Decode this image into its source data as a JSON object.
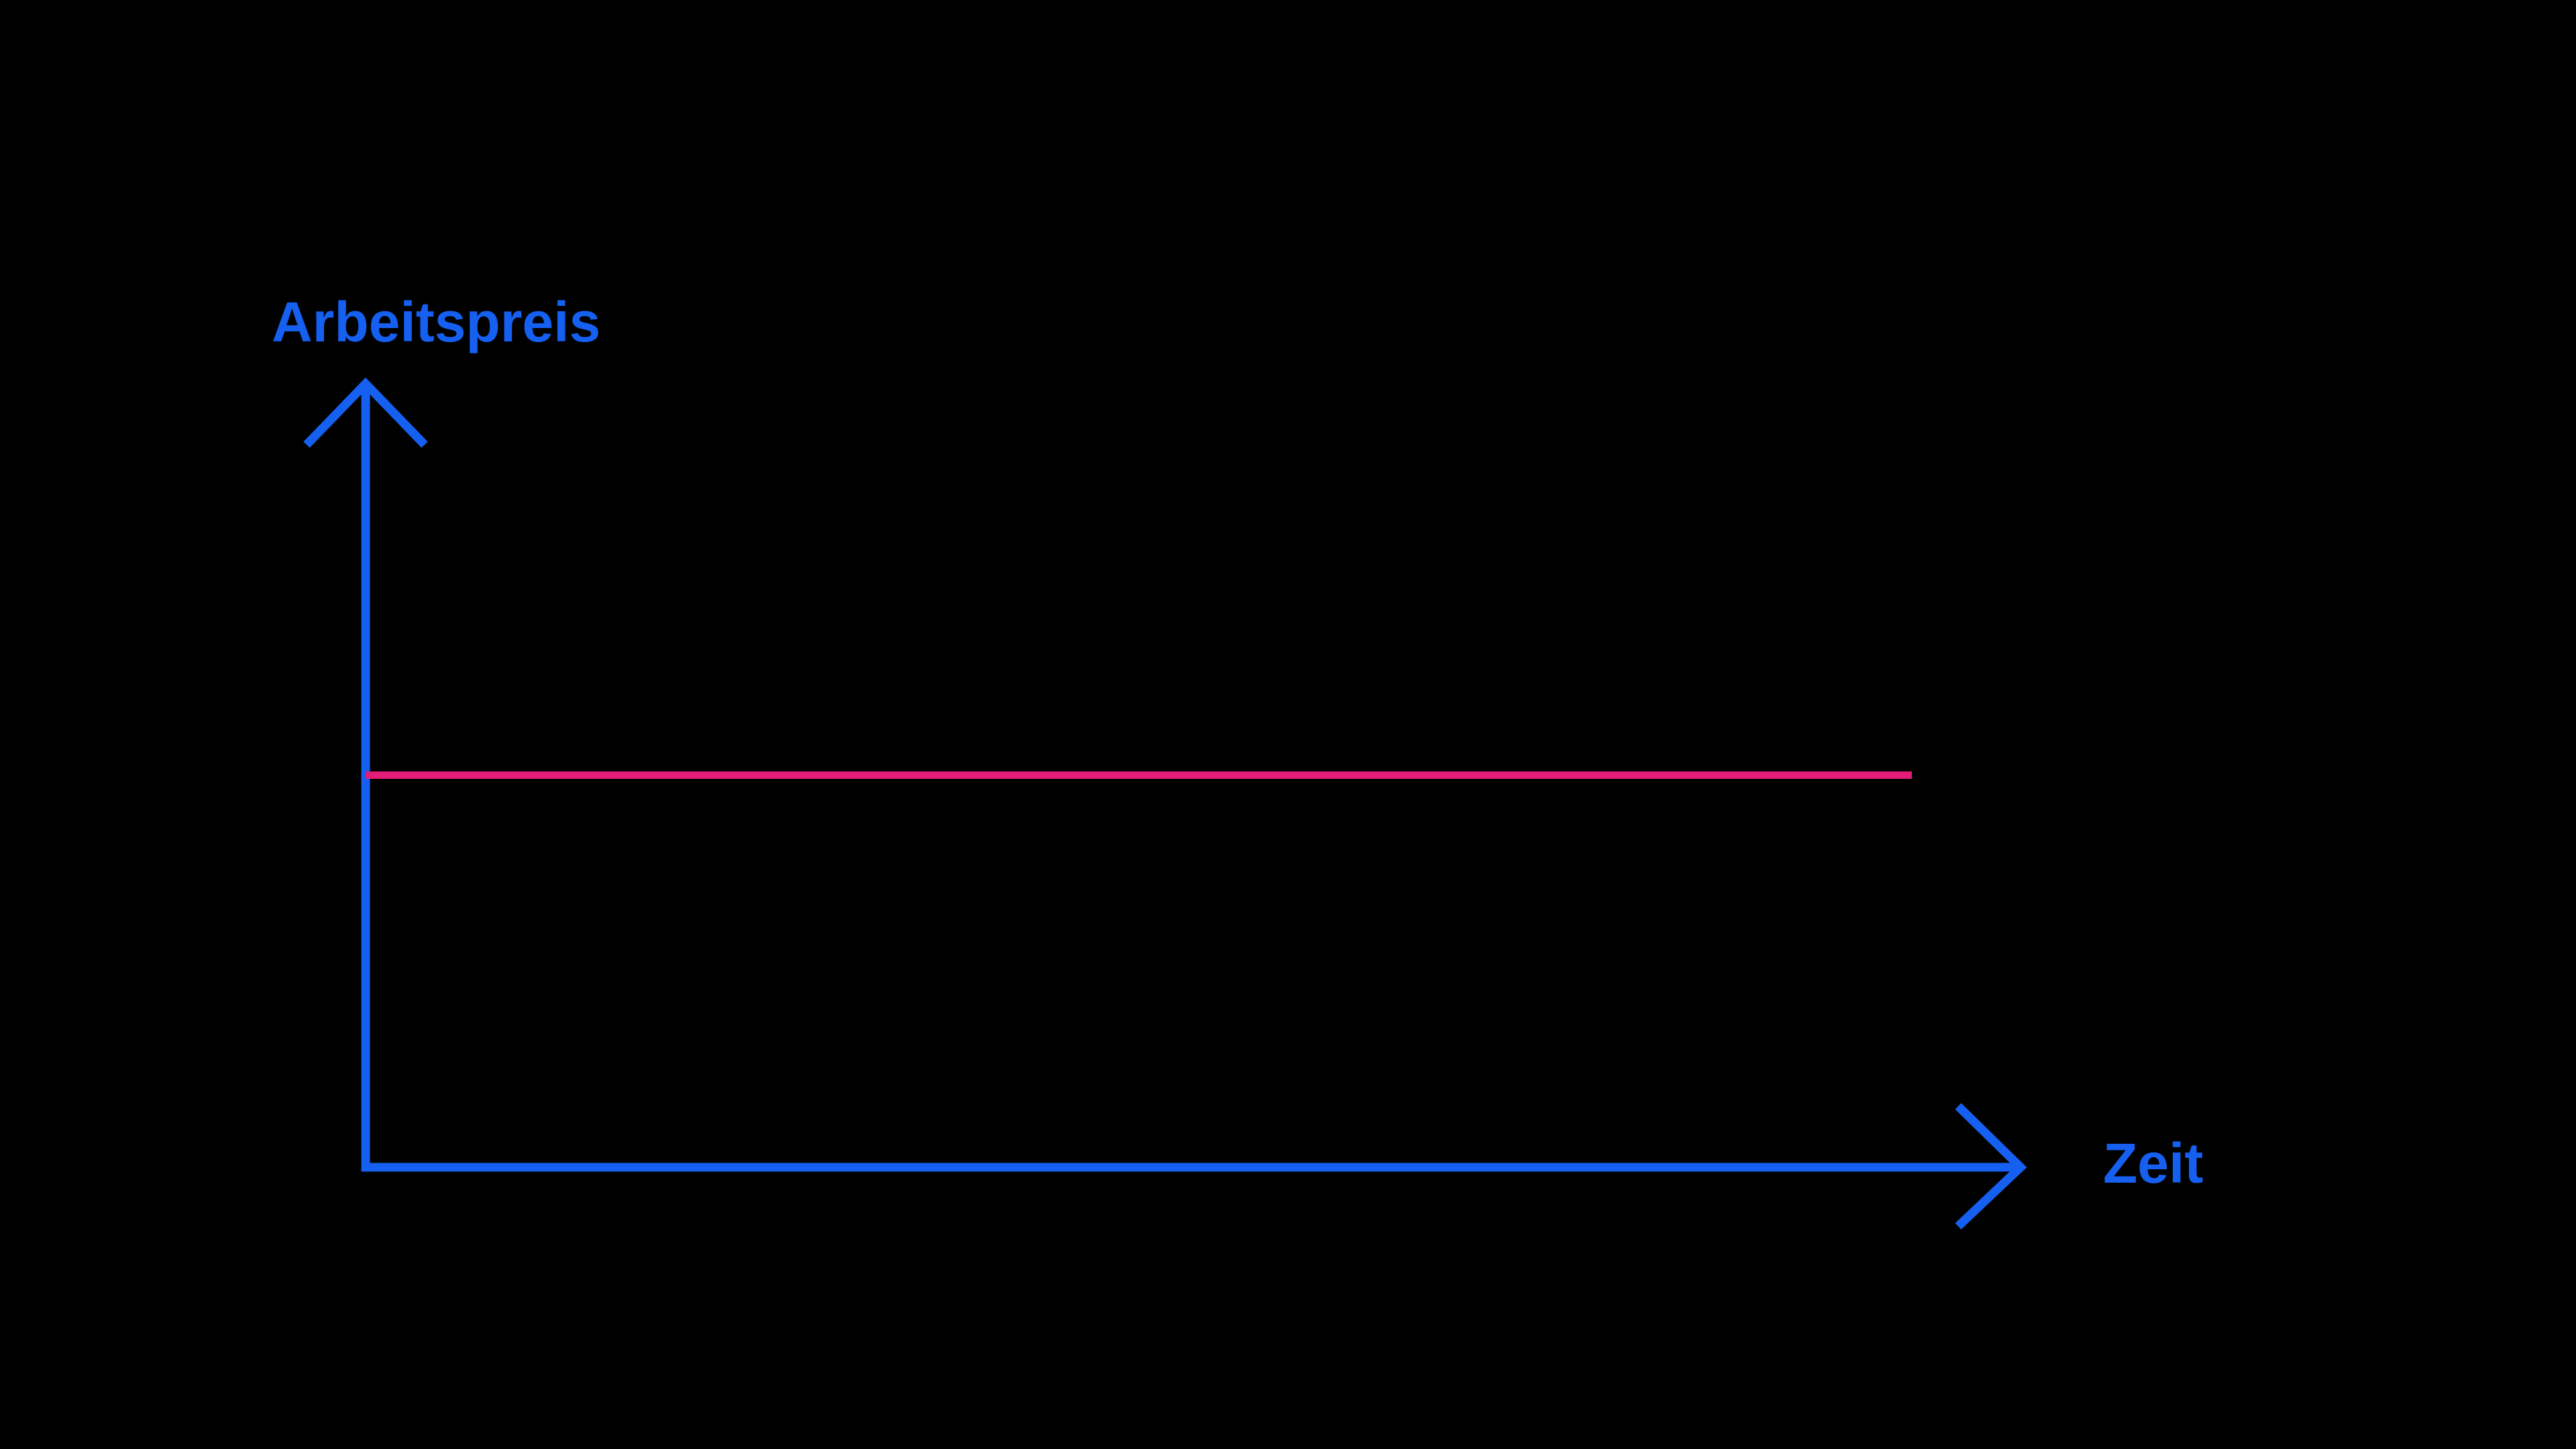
{
  "chart_data": {
    "type": "line",
    "title": "",
    "xlabel": "Zeit",
    "ylabel": "Arbeitspreis",
    "x_range": [
      0,
      1
    ],
    "y_range": [
      0,
      1
    ],
    "grid": false,
    "tick_labels": "none",
    "legend": "none",
    "background": "#000000",
    "axis_color": "#1560f0",
    "series": [
      {
        "name": "Arbeitspreis",
        "color": "#e31c79",
        "x": [
          0,
          1
        ],
        "values": [
          0.5,
          0.5
        ]
      }
    ]
  }
}
